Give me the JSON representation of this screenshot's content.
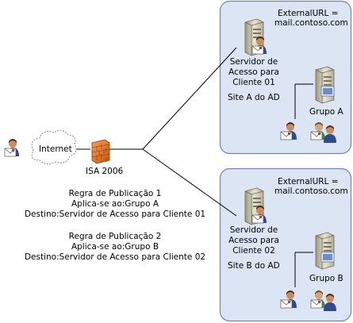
{
  "internet_label": "Internet",
  "isa_label": "ISA 2006",
  "rules": [
    {
      "title": "Regra de Publicação 1",
      "applies": "Aplica-se ao:Grupo A",
      "dest": "Destino:Servidor de Acesso para Cliente 01"
    },
    {
      "title": "Regra de Publicação 2",
      "applies": "Aplica-se ao:Grupo B",
      "dest": "Destino:Servidor de Acesso para Cliente 02"
    }
  ],
  "sites": [
    {
      "url_line1": "ExternalURL =",
      "url_line2": "mail.contoso.com",
      "server_lines": [
        "Servidor de",
        "Acesso para",
        "Cliente 01"
      ],
      "site_name": "Site A do AD",
      "group": "Grupo A"
    },
    {
      "url_line1": "ExternalURL =",
      "url_line2": "mail.contoso.com",
      "server_lines": [
        "Servidor de",
        "Acesso para",
        "Cliente 02"
      ],
      "site_name": "Site B do AD",
      "group": "Grupo B"
    }
  ],
  "colors": {
    "site_fill": "#dbe5f3",
    "site_border": "#6f86ad",
    "firewall": "#e3711e",
    "server": "#c8c3ad"
  }
}
